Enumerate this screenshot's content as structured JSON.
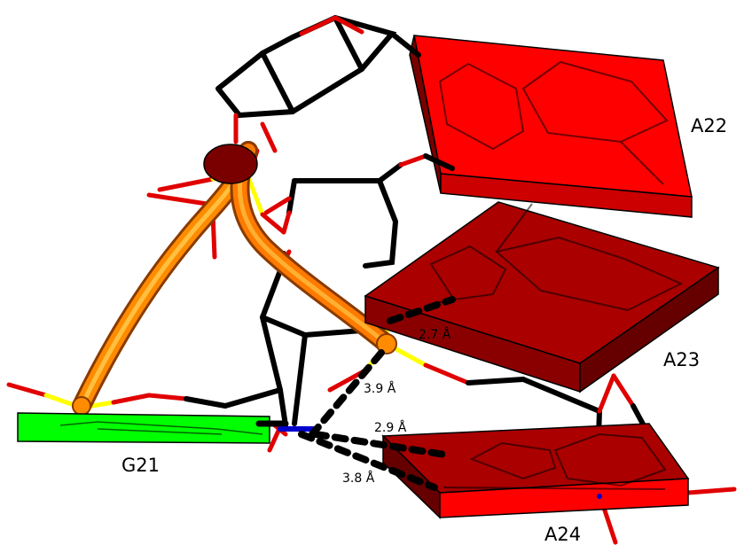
{
  "labels": {
    "g21": "G21",
    "a22": "A22",
    "a23": "A23",
    "a24": "A24"
  },
  "distances": {
    "d1": "2.7 Å",
    "d2": "3.9 Å",
    "d3": "2.9 Å",
    "d4": "3.8 Å"
  },
  "colors": {
    "g21_plate": "#00ff00",
    "a22_plate": "#ff0000",
    "a23_plate": "#aa0000",
    "a24_plate": "#ff0000",
    "backbone_tube": "#ff8c00",
    "oxygen": "#e00000",
    "phosphorus": "#ffff00",
    "nitrogen": "#0000cc",
    "carbon": "#000000"
  }
}
